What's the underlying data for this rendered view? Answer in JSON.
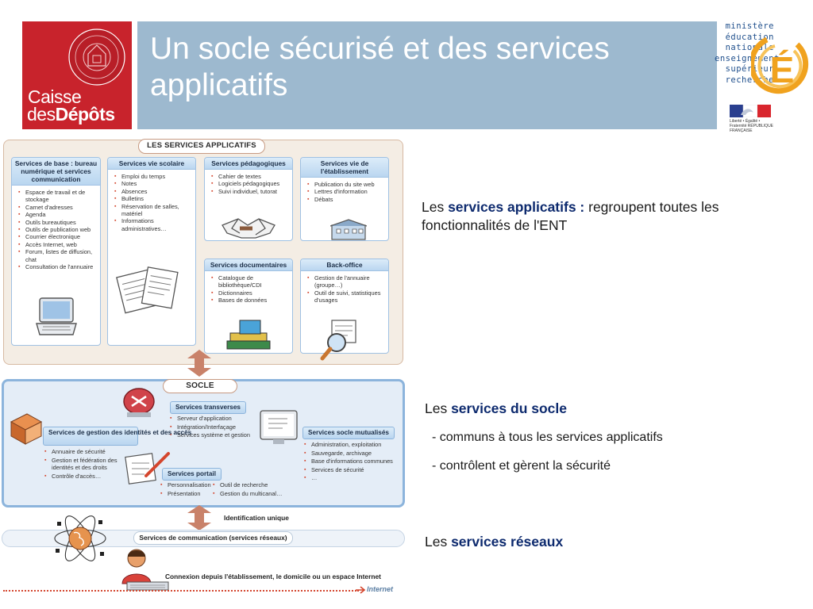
{
  "header": {
    "logo_line1": "Caisse",
    "logo_line2_a": "des",
    "logo_line2_b": "Dépôts",
    "title": "Un socle sécurisé et des services applicatifs",
    "ministry_lines": [
      "ministère",
      "éducation",
      "nationale",
      "enseignement",
      "supérieur",
      "recherche"
    ],
    "republic_text": "Liberté • Égalité • Fraternité RÉPUBLIQUE FRANÇAISE"
  },
  "colors": {
    "brand_red": "#c8232c",
    "title_band": "#9db9cf",
    "accent_blue": "#0d2a6e",
    "bullet_red": "#d4462e"
  },
  "diagram": {
    "apps_tag": "LES SERVICES APPLICATIFS",
    "cards": [
      {
        "head": "Services de base : bureau numérique et services communication",
        "items": [
          "Espace de travail et de stockage",
          "Carnet d'adresses",
          "Agenda",
          "Outils bureautiques",
          "Outils de publication web",
          "Courrier électronique",
          "Accès Internet, web",
          "Forum, listes de diffusion, chat",
          "Consultation de l'annuaire"
        ]
      },
      {
        "head": "Services vie scolaire",
        "items": [
          "Emploi du temps",
          "Notes",
          "Absences",
          "Bulletins",
          "Réservation de salles, matériel",
          "Informations administratives…"
        ]
      },
      {
        "head": "Services pédagogiques",
        "items": [
          "Cahier de textes",
          "Logiciels pédagogiques",
          "Suivi individuel, tutorat"
        ]
      },
      {
        "head": "Services vie de l'établissement",
        "items": [
          "Publication du site web",
          "Lettres d'information",
          "Débats"
        ]
      },
      {
        "head": "Services documentaires",
        "items": [
          "Catalogue de bibliothèque/CDI",
          "Dictionnaires",
          "Bases de données"
        ]
      },
      {
        "head": "Back-office",
        "items": [
          "Gestion de l'annuaire (groupe…)",
          "Outil de suivi, statistiques d'usages"
        ]
      }
    ],
    "socle_tag": "SOCLE",
    "socle": {
      "transverses_head": "Services transverses",
      "transverses_items": [
        "Serveur d'application",
        "Intégration/Interfaçage",
        "Services système et gestion"
      ],
      "identites_head": "Services de gestion des identités et des accès",
      "identites_items": [
        "Annuaire de sécurité",
        "Gestion et fédération des identités et des droits",
        "Contrôle d'accès…"
      ],
      "mutualises_head": "Services socle mutualisés",
      "mutualises_items": [
        "Administration, exploitation",
        "Sauvegarde, archivage",
        "Base d'informations communes",
        "Services de sécurité",
        "…"
      ],
      "portail_head": "Services portail",
      "portail_col1": [
        "Personnalisation",
        "Présentation"
      ],
      "portail_col2": [
        "Outil de recherche",
        "Gestion du multicanal…"
      ]
    },
    "identification": "Identification unique",
    "communication": "Services de communication (services réseaux)",
    "connexion": "Connexion depuis l'établissement, le domicile ou un espace Internet",
    "internet": "Internet"
  },
  "text": {
    "p1_a": "Les ",
    "p1_b": "services applicatifs :",
    "p1_c": " regroupent toutes les fonctionnalités de l'ENT",
    "p2_a": "Les ",
    "p2_b": "services du socle",
    "p2_l1": "- communs à tous les services applicatifs",
    "p2_l2": "- contrôlent et gèrent la sécurité",
    "p3_a": "Les ",
    "p3_b": "services réseaux"
  }
}
